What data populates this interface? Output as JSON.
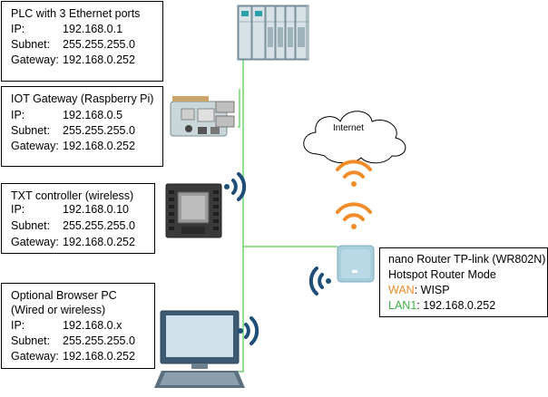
{
  "boxes": {
    "plc": {
      "title": "PLC with 3 Ethernet ports",
      "ip_label": "IP:",
      "ip": "192.168.0.1",
      "subnet_label": "Subnet:",
      "subnet": "255.255.255.0",
      "gateway_label": "Gateway:",
      "gateway": "192.168.0.252"
    },
    "iot": {
      "title": "IOT Gateway (Raspberry Pi)",
      "ip_label": "IP:",
      "ip": "192.168.0.5",
      "subnet_label": "Subnet:",
      "subnet": "255.255.255.0",
      "gateway_label": "Gateway:",
      "gateway": "192.168.0.252"
    },
    "txt": {
      "title": "TXT controller (wireless)",
      "ip_label": "IP:",
      "ip": "192.168.0.10",
      "subnet_label": "Subnet:",
      "subnet": "255.255.255.0",
      "gateway_label": "Gateway:",
      "gateway": "192.168.0.252"
    },
    "pc": {
      "title1": "Optional Browser PC",
      "title2": "(Wired or wireless)",
      "ip_label": "IP:",
      "ip": "192.168.0.x",
      "subnet_label": "Subnet:",
      "subnet": "255.255.255.0",
      "gateway_label": "Gateway:",
      "gateway": "192.168.0.252"
    }
  },
  "internet": {
    "label": "Internet"
  },
  "router": {
    "line1": "nano Router TP-link (WR802N)",
    "line2": "Hotspot Router Mode",
    "wan_label": "WAN",
    "wan_value": ": WISP",
    "lan_label": "LAN1",
    "lan_value": ":  192.168.0.252"
  },
  "colors": {
    "wifi_orange": "#f28c28",
    "wifi_blue": "#1f4e79",
    "ethernet_green": "#6fd46f",
    "lan_green": "#3cb043"
  },
  "icons": [
    "plc-icon",
    "raspberry-pi-icon",
    "txt-controller-icon",
    "computer-icon",
    "router-icon",
    "cloud-icon",
    "wifi-icon"
  ]
}
